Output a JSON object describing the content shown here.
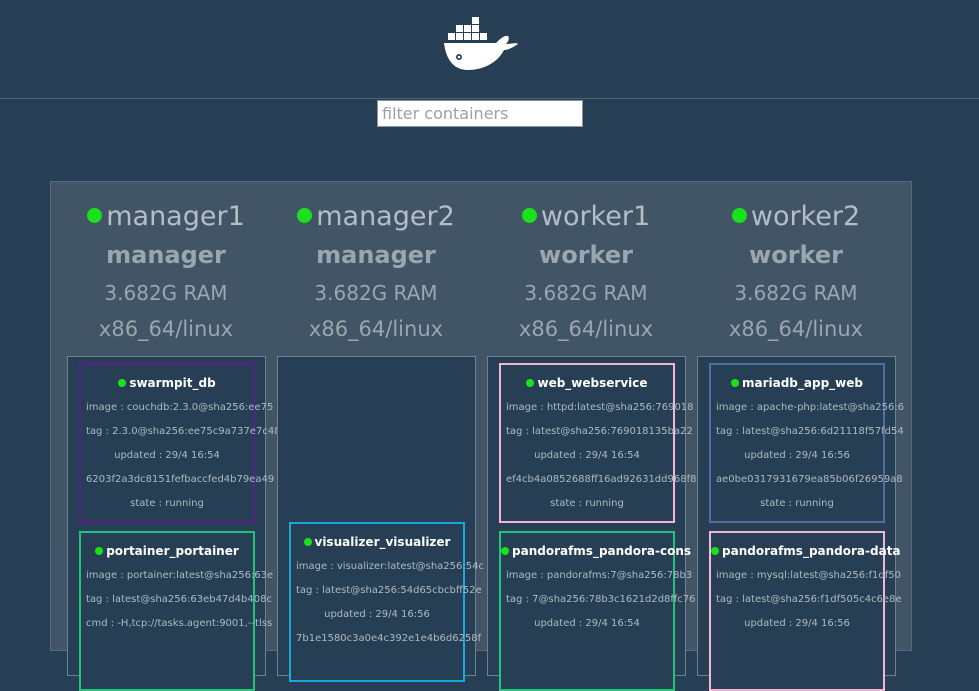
{
  "search": {
    "placeholder": "filter containers"
  },
  "nodes": [
    {
      "name": "manager1",
      "role": "manager",
      "ram": "3.682G RAM",
      "arch": "x86_64/linux",
      "tasks": [
        {
          "name": "swarmpit_db",
          "color": "#5a1e8e",
          "lines": [
            "image : couchdb:2.3.0@sha256:ee75",
            "tag : 2.3.0@sha256:ee75c9a737e7c48",
            "updated : 29/4 16:54",
            "6203f2a3dc8151fefbaccfed4b79ea49",
            "state : running"
          ]
        },
        {
          "name": "portainer_portainer",
          "color": "#25c27a",
          "lines": [
            "image : portainer:latest@sha256:63e",
            "tag : latest@sha256:63eb47d4b408c",
            "cmd : -H,tcp://tasks.agent:9001,--tlss"
          ]
        }
      ]
    },
    {
      "name": "manager2",
      "role": "manager",
      "ram": "3.682G RAM",
      "arch": "x86_64/linux",
      "tasks": [
        {
          "name": "visualizer_visualizer",
          "color": "#1ba6dc",
          "lines": [
            "image : visualizer:latest@sha256:54c",
            "tag : latest@sha256:54d65cbcbff52e",
            "updated : 29/4 16:56",
            "7b1e1580c3a0e4c392e1e4b6d6258f"
          ]
        }
      ]
    },
    {
      "name": "worker1",
      "role": "worker",
      "ram": "3.682G RAM",
      "arch": "x86_64/linux",
      "tasks": [
        {
          "name": "web_webservice",
          "color": "#f0b8d6",
          "lines": [
            "image : httpd:latest@sha256:769018",
            "tag : latest@sha256:769018135ba22",
            "updated : 29/4 16:54",
            "ef4cb4a0852688ff16ad92631dd968f8",
            "state : running"
          ]
        },
        {
          "name": "pandorafms_pandora-cons",
          "color": "#25c27a",
          "lines": [
            "image : pandorafms:7@sha256:78b3",
            "tag : 7@sha256:78b3c1621d2d8ffc76",
            "updated : 29/4 16:54"
          ]
        }
      ]
    },
    {
      "name": "worker2",
      "role": "worker",
      "ram": "3.682G RAM",
      "arch": "x86_64/linux",
      "tasks": [
        {
          "name": "mariadb_app_web",
          "color": "#4c6fa0",
          "lines": [
            "image : apache-php:latest@sha256:6",
            "tag : latest@sha256:6d21118f57fd54",
            "updated : 29/4 16:56",
            "ae0be0317931679ea85b06f26959a8",
            "state : running"
          ]
        },
        {
          "name": "pandorafms_pandora-data",
          "color": "#f0b8d6",
          "lines": [
            "image : mysql:latest@sha256:f1df50",
            "tag : latest@sha256:f1df505c4c6e8e",
            "updated : 29/4 16:56"
          ]
        }
      ]
    }
  ]
}
